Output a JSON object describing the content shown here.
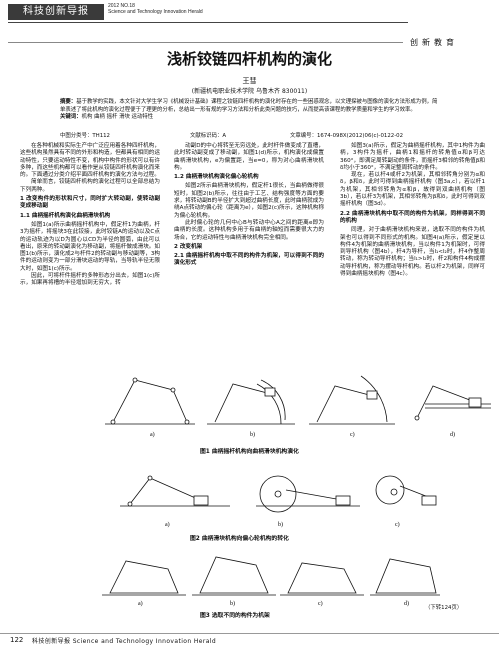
{
  "header": {
    "brand": "科技创新导报",
    "issue": "2012 NO.18",
    "journal_en": "Science and Technology Innovation Herald",
    "section": "创新教育"
  },
  "article": {
    "title": "浅析铰链四杆机构的演化",
    "author": "王彗",
    "affiliation": "(新疆机电职业技术学院 乌鲁木齐 830011)",
    "abstract_label": "摘要：",
    "abstract": "基于教学的实践，本文针对大学生学习《机械设计基础》课程之铰链四杆机构的演化时存在的一些困惑观念，以文理探被与图像的演化方法形成为例，简单表述了将此机构的演化过程便于了理更的分析，总结出一形有规的学习方法和分析此类问题的技巧，从而提高该课程的教学质量和学生的学习效率。",
    "keywords_label": "关键词：",
    "keywords": "机构  曲柄  摇杆  滑块  运动特性",
    "clc": "中图分类号：TH112",
    "doc_code": "文献标识码：A",
    "article_no": "文章编号：1674-098X(2012)06(c)-0122-02"
  },
  "body": {
    "col1": [
      {
        "type": "p",
        "text": "在各种机械和实际生产中广泛应用着各种四杆机构，这些机构虽然具有不同的外形和构造，但都具有相同的运动特性，只要运动特性不变，机构中构件的形状可以有许多种，而这些机构都可以看作是从铰链四杆机构演化而来的。下面通过分类介绍平面四杆机构的演化方法与过程。"
      },
      {
        "type": "p",
        "text": "简单而言，铰链四杆机构的演化过程可以全部总结为下列两种。"
      },
      {
        "type": "h",
        "text": "1 改变构件的形状和尺寸，同时扩大转动副，使转动副变成移动副"
      },
      {
        "type": "h",
        "text": "1.1 曲柄摇杆机构演化曲柄滑块机构"
      },
      {
        "type": "p",
        "text": "如图1(a)所示曲柄摇杆机构中，假定杆1为曲柄，杆3为摇杆，将摇块3在此铰接，此时铰链A的运动以及C点的运动轨迹为以D为圆心以CD为半径的圆弧，由此可以看出，原来的转动副演化为移动副，将摇杆做成滑块。如图1(b)所示，演化成2与杆件2的转动副与移动副等，3构件的运动则变为一部分滑块运动的导轨，当导轨半径无限大时，如图1(c)所示。"
      },
      {
        "type": "p",
        "text": "因此，可将杆件摇杆的多种形态分出去，如图1(c)所示，如果再将槽的半径增加到无穷大，转"
      }
    ],
    "col2": [
      {
        "type": "p",
        "text": "动副D的中心将转至无穷远处，此时杆件做变成了直槽，此时转动副变成了移动副，如图1(d)所示，机构演化成偏置曲柄滑块机构，e为偏置距，当e=0，称为对心曲柄滑块机构。"
      },
      {
        "type": "h",
        "text": "1.2 曲柄滑块机构演化偏心轮机构"
      },
      {
        "type": "p",
        "text": "如图2所示曲柄滑块机构，假定杆1很长，当曲柄做得很短时，如图2(b)所示，往往由于工艺、结构强度等方面的要求，将转动副B的半径扩大到超过曲柄长度，此时曲柄就成为绕A点转动的偏心轮（距离为e），如图2(c)所示，这种机构称为偏心轮机构。"
      },
      {
        "type": "p",
        "text": "此时偏心轮的几何中心B与转动中心A之间的距离e即为曲柄的长度。这种机构多用于有曲柄的轴短而需要很大力的场合，它的运动特性与曲柄滑块机构完全相同。"
      },
      {
        "type": "h",
        "text": "2 改变机架"
      },
      {
        "type": "h",
        "text": "2.1 曲柄摇杆机构中取不同的构件为机架，可以得到不同的演化形式"
      }
    ],
    "col3": [
      {
        "type": "p",
        "text": "如图3(a)所示，假定为曲柄摇杆机构，其中1构件为曲柄，3构件为摇杆，曲柄1和摇杆的转角值α和β可达360°，即满足周转副动的条件，而摇杆3相邻的转角值β和δ均小于360°，不满足整周转动的条件。"
      },
      {
        "type": "p",
        "text": "现在，若以杆4或杆2为机架，其相邻转角分别为α和δ，β和δ，此时可得到曲柄摇杆机构（图3a,c），若以杆1为机架，其相邻转角为α和β，故得到双曲柄机构（图3b），若以杆3为机架，其相邻转角为β和δ，此时可得到双摇杆机构（图3d）。"
      },
      {
        "type": "h",
        "text": "2.2 曲柄滑块机构中取不同的构件为机架，同样得到不同的机构"
      },
      {
        "type": "p",
        "text": "同理，对于曲柄滑块机构来说，选取不同的构件为机架也可以得到不同形式的机构。如图4(a)所示，假定是以构件4为机架的曲柄滑块机构，当以构件1为机架时，可得到导杆机构（图4b），杆4为导杆，当l₁<l₂时，杆4作整周转动，称为转动导杆机构；当l₁>l₂时，杆2和构件4构成摆动导杆机构，称为摆动导杆机构。若以杆2为机架，同样可得到曲柄摇块机构（图4c）。"
      }
    ]
  },
  "figures": {
    "fig1": {
      "caption": "图1 曲柄摇杆机构向曲柄滑块机构演化",
      "labels": [
        "a)",
        "b)",
        "c)",
        "d)"
      ]
    },
    "fig2": {
      "caption": "图2 曲柄滑块机构向偏心轮机构的转化",
      "labels": [
        "a)",
        "b)",
        "c)"
      ]
    },
    "fig3": {
      "caption": "图3 选取不同的构件为机架",
      "labels": [
        "a)",
        "b)",
        "c)",
        "d)"
      ]
    }
  },
  "continued": "（下转124页）",
  "footer": {
    "page": "122",
    "text": "科技创新导报 Science and Technology Innovation Herald"
  }
}
